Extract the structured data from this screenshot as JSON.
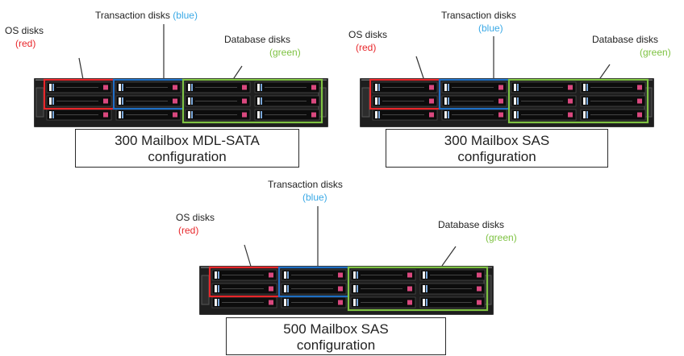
{
  "servers": [
    {
      "id": "mdl",
      "os_label": "OS disks",
      "os_color": "(red)",
      "txn_label": "Transaction disks",
      "txn_color": "(blue)",
      "db_label": "Database disks",
      "db_color": "(green)",
      "caption_line1": "300 Mailbox MDL-SATA",
      "caption_line2": "configuration"
    },
    {
      "id": "sas300",
      "os_label": "OS disks",
      "os_color": "(red)",
      "txn_label": "Transaction disks",
      "txn_color": "(blue)",
      "db_label": "Database disks",
      "db_color": "(green)",
      "caption_line1": "300 Mailbox SAS",
      "caption_line2": "configuration"
    },
    {
      "id": "sas500",
      "os_label": "OS disks",
      "os_color": "(red)",
      "txn_label": "Transaction disks",
      "txn_color": "(blue)",
      "db_label": "Database disks",
      "db_color": "(green)",
      "caption_line1": "500 Mailbox SAS",
      "caption_line2": "configuration"
    }
  ],
  "colors": {
    "os": "#e8262a",
    "transaction": "#1e6fc4",
    "database": "#7ec242",
    "chassis": "#1e1e1e",
    "drive": "#0c0c0c",
    "drive_led": "#d9487e"
  }
}
